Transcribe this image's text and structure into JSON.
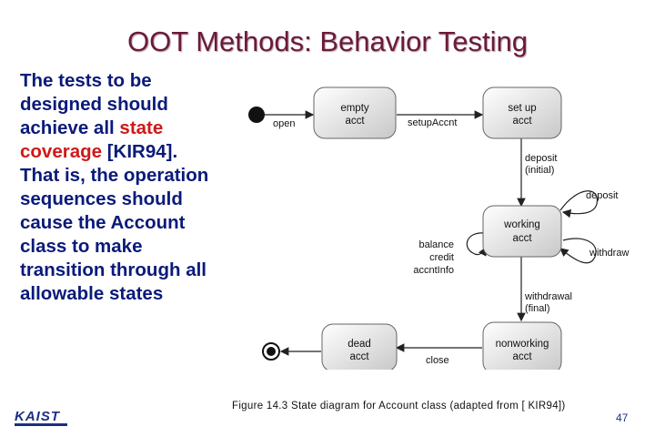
{
  "slide": {
    "title": "OOT Methods: Behavior Testing",
    "body_pre": "The tests to be designed should achieve all ",
    "body_highlight": "state coverage",
    "body_post": " [KIR94]. That is, the operation sequences should cause the Account class to make transition through all allowable states",
    "caption": "Figure 14.3   State diagram for Account class (adapted from [   KIR94])",
    "logo": "KAIST",
    "page_number": "47"
  },
  "diagram": {
    "states": {
      "empty": [
        "empty",
        "acct"
      ],
      "setup": [
        "set up",
        "acct"
      ],
      "working": [
        "working",
        "acct"
      ],
      "nonworking": [
        "nonworking",
        "acct"
      ],
      "dead": [
        "dead",
        "acct"
      ]
    },
    "transitions": {
      "open": "open",
      "setup_accnt": "setupAccnt",
      "deposit_initial": [
        "deposit",
        "(initial)"
      ],
      "deposit": "deposit",
      "withdraw": "withdraw",
      "balance_ops": [
        "balance",
        "credit",
        "accntInfo"
      ],
      "withdrawal_final": [
        "withdrawal",
        "(final)"
      ],
      "close": "close"
    }
  }
}
